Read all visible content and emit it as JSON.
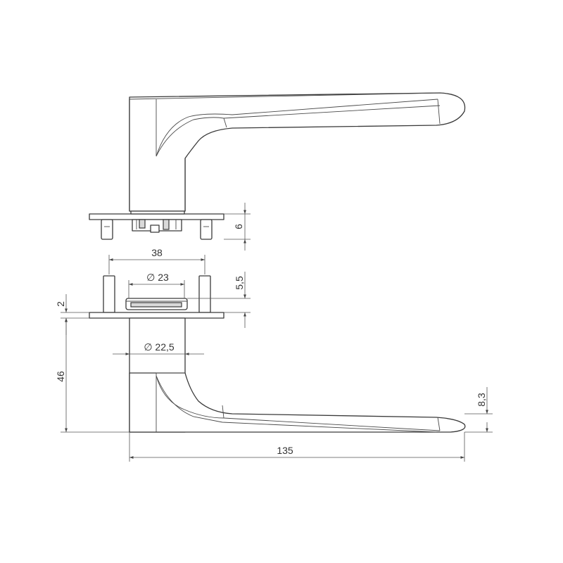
{
  "dimensions": {
    "rose_height": "6",
    "hole_spacing": "38",
    "spindle_diameter": "∅ 23",
    "spindle_height": "5,5",
    "plate_thickness": "2",
    "shank_diameter": "∅ 22,5",
    "handle_height": "46",
    "lever_thickness": "8,3",
    "lever_length": "135"
  },
  "colors": {
    "line": "#3a3a3a",
    "dimension": "#555555",
    "fill_shade": "#d9d9d9",
    "background": "#ffffff"
  }
}
